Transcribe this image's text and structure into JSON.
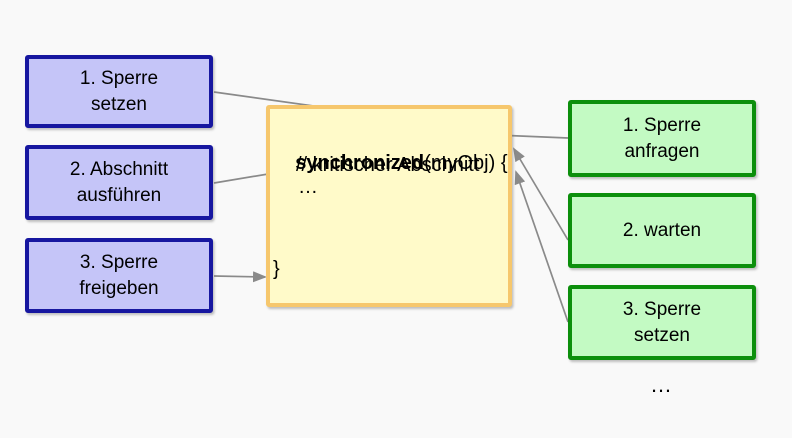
{
  "left_steps": [
    {
      "label": "1. Sperre\nsetzen"
    },
    {
      "label": "2. Abschnitt\nausführen"
    },
    {
      "label": "3. Sperre\nfreigeben"
    }
  ],
  "code_box": {
    "keyword": "synchronized",
    "line1_rest": "(myObj) {",
    "line2": "// kritischer Abschnitt",
    "line3": "…",
    "closing_brace": "}"
  },
  "right_steps": [
    {
      "label": "1. Sperre\nanfragen"
    },
    {
      "label": "2. warten"
    },
    {
      "label": "3. Sperre\nsetzen"
    }
  ],
  "ellipsis": "…",
  "colors": {
    "background": "#f9f9f9",
    "left_box_fill": "#c5c5f8",
    "left_box_border": "#1717a0",
    "right_box_fill": "#c3fac3",
    "right_box_border": "#0c8f0c",
    "code_box_fill": "#fffac9",
    "code_box_border": "#f6c76d",
    "arrow": "#8a8a8a",
    "text": "#000000"
  }
}
